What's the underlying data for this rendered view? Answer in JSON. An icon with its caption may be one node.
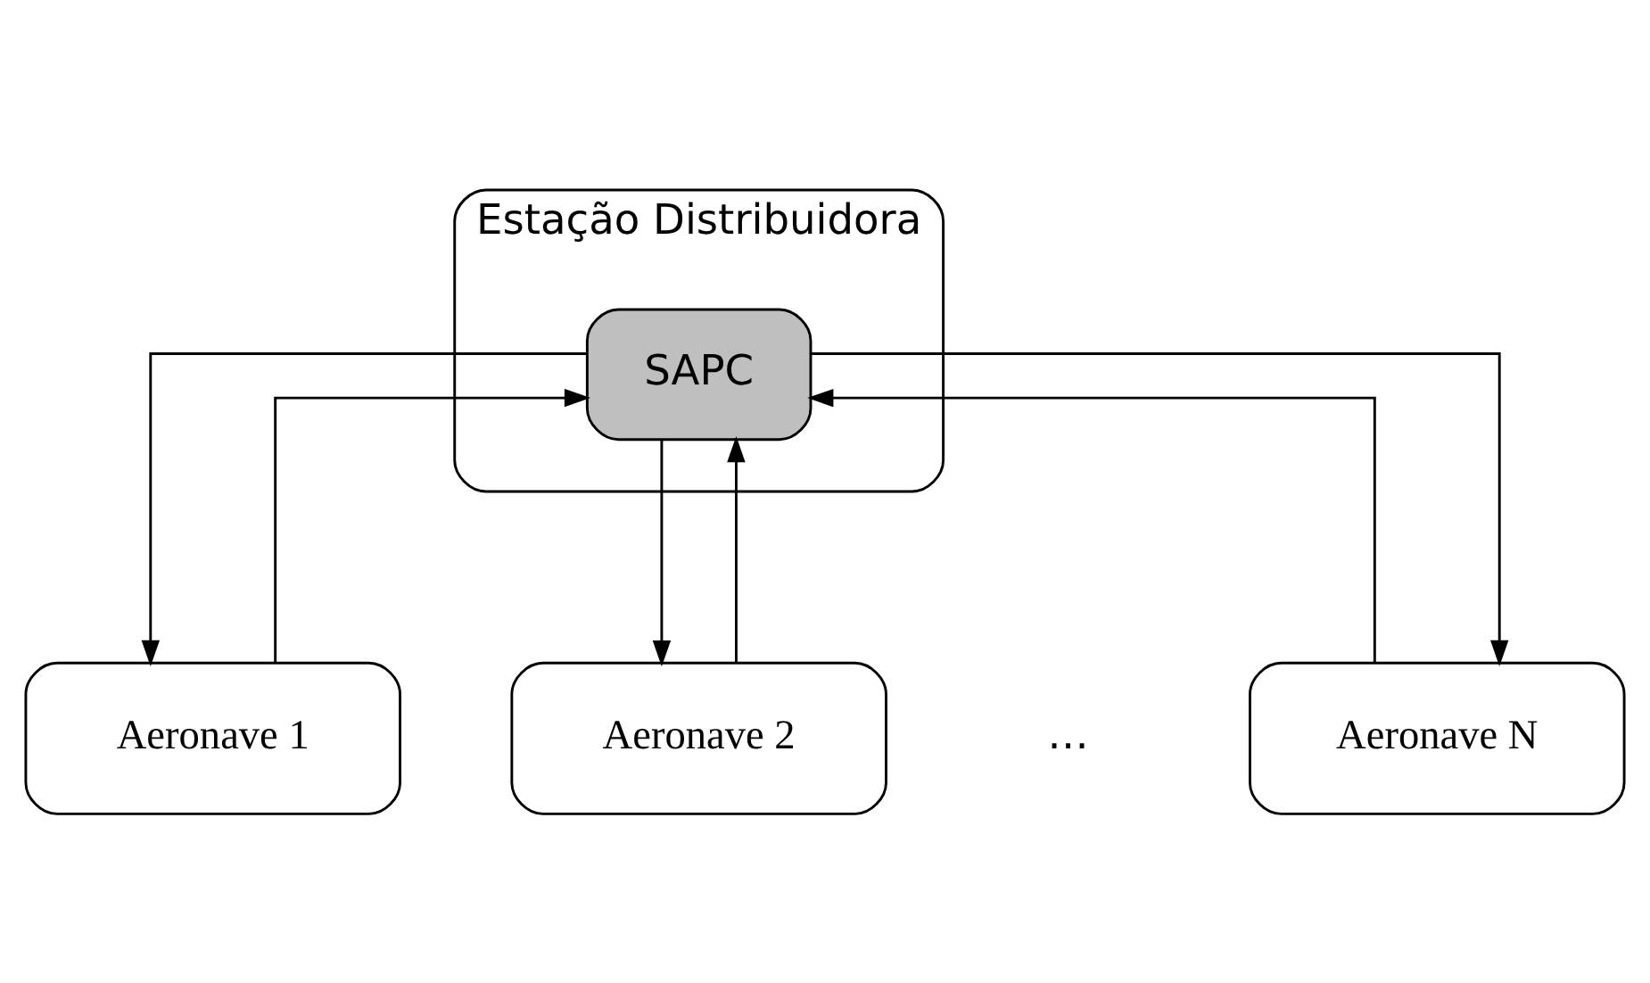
{
  "diagram": {
    "nodes": [
      {
        "text": [
          "Estação Distribuidora"
        ]
      },
      {
        "text": [
          "SAPC"
        ],
        "in": 0
      },
      {
        "text": [
          "Aeronave 1"
        ]
      },
      {
        "text": [
          "Aeronave 2"
        ]
      },
      {
        "text": [
          "Aeronave N"
        ]
      }
    ],
    "edges": [
      {
        "from": 1,
        "to": 2,
        "arrow": "to"
      },
      {
        "from": 2,
        "to": 1,
        "arrow": "to"
      },
      {
        "from": 1,
        "to": 3,
        "arrow": "to"
      },
      {
        "from": 3,
        "to": 1,
        "arrow": "to"
      },
      {
        "from": 4,
        "to": 1,
        "arrow": "to"
      },
      {
        "from": 1,
        "to": 4,
        "arrow": "to"
      }
    ],
    "labels": [
      "…"
    ]
  }
}
